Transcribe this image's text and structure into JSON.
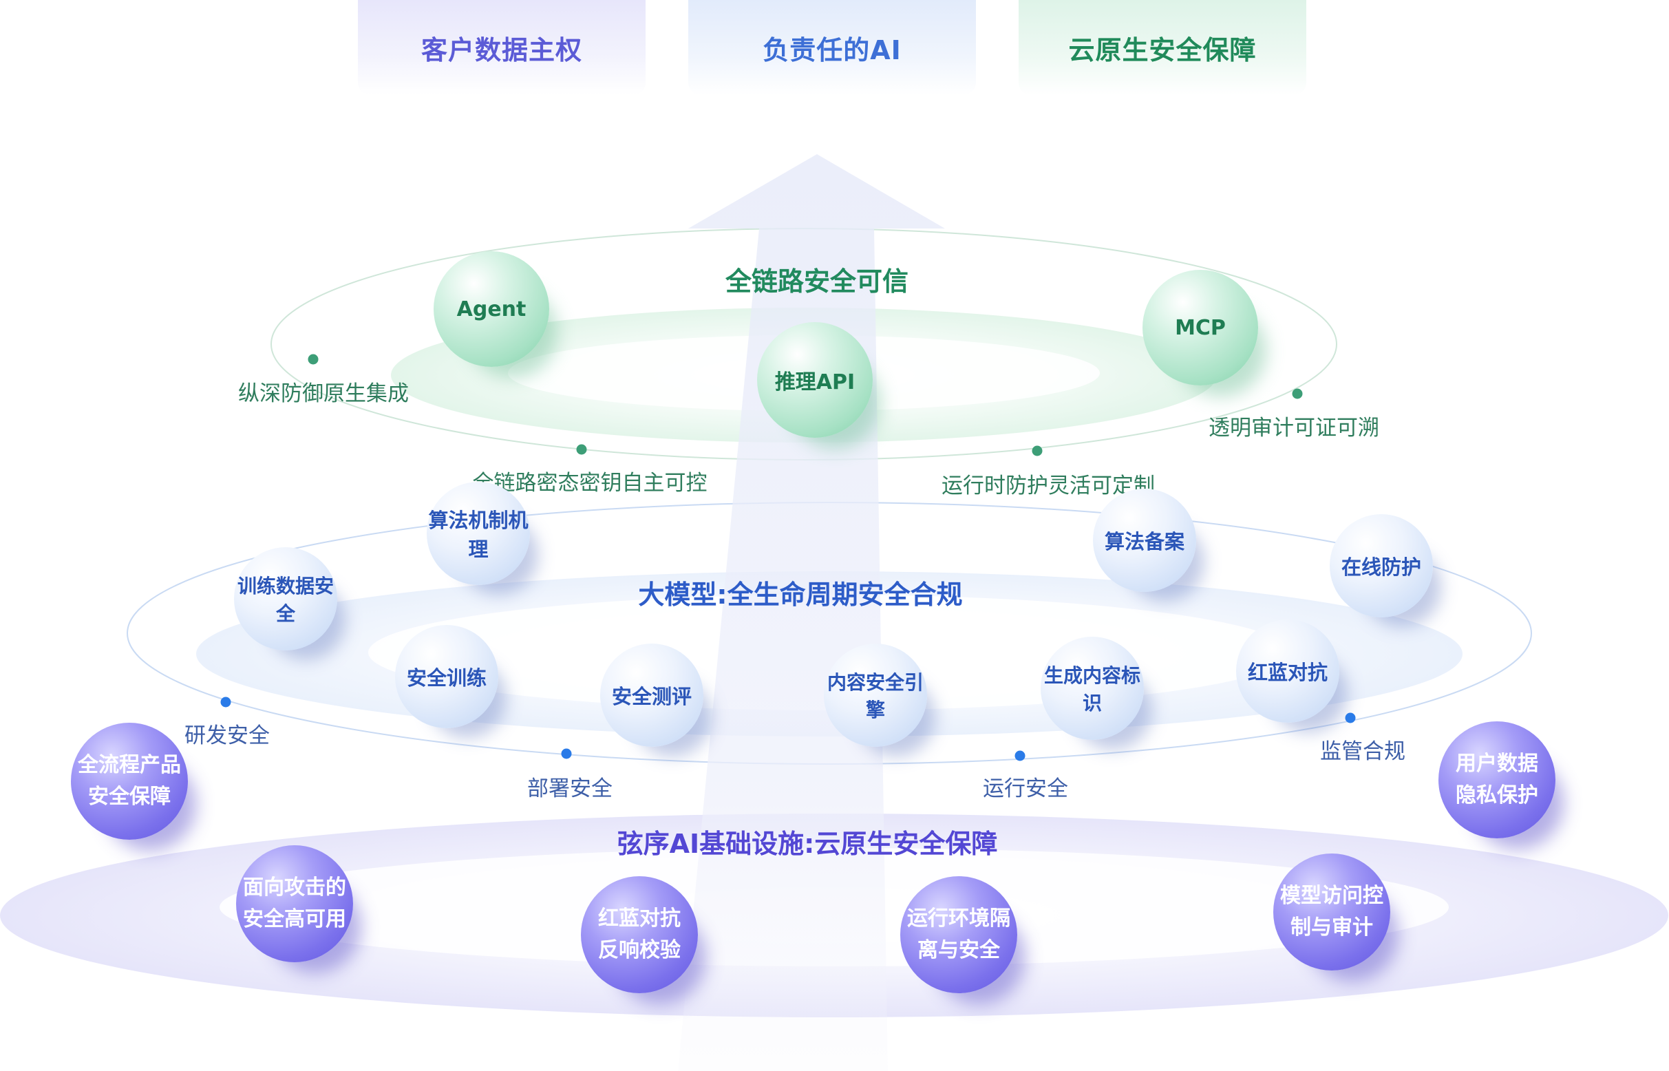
{
  "top_pillars": [
    "客户数据主权",
    "负责任的AI",
    "云原生安全保障"
  ],
  "layers": {
    "top": {
      "title": "全链路安全可信",
      "nodes": [
        "Agent",
        "推理API",
        "MCP"
      ],
      "points": [
        "纵深防御原生集成",
        "全链路密态密钥自主可控",
        "运行时防护灵活可定制",
        "透明审计可证可溯"
      ]
    },
    "middle": {
      "title": "大模型:全生命周期安全合规",
      "nodes": [
        "算法机制机理",
        "算法备案",
        "在线防护",
        "训练数据安全",
        "安全训练",
        "安全测评",
        "内容安全引擎",
        "生成内容标识",
        "红蓝对抗"
      ],
      "points": [
        "研发安全",
        "部署安全",
        "运行安全",
        "监管合规"
      ]
    },
    "bottom": {
      "title": "弦序AI基础设施:云原生安全保障",
      "nodes": [
        [
          "全流程产品",
          "安全保障"
        ],
        [
          "用户数据",
          "隐私保护"
        ],
        [
          "面向攻击的",
          "安全高可用"
        ],
        [
          "红蓝对抗",
          "反响校验"
        ],
        [
          "运行环境隔",
          "离与安全"
        ],
        [
          "模型访问控",
          "制与审计"
        ]
      ]
    }
  },
  "colors": {
    "green": "#218a5e",
    "blue": "#2d5cc8",
    "purple": "#5347d4",
    "dot_green": "#3d9e77",
    "dot_blue": "#2a7be8"
  }
}
